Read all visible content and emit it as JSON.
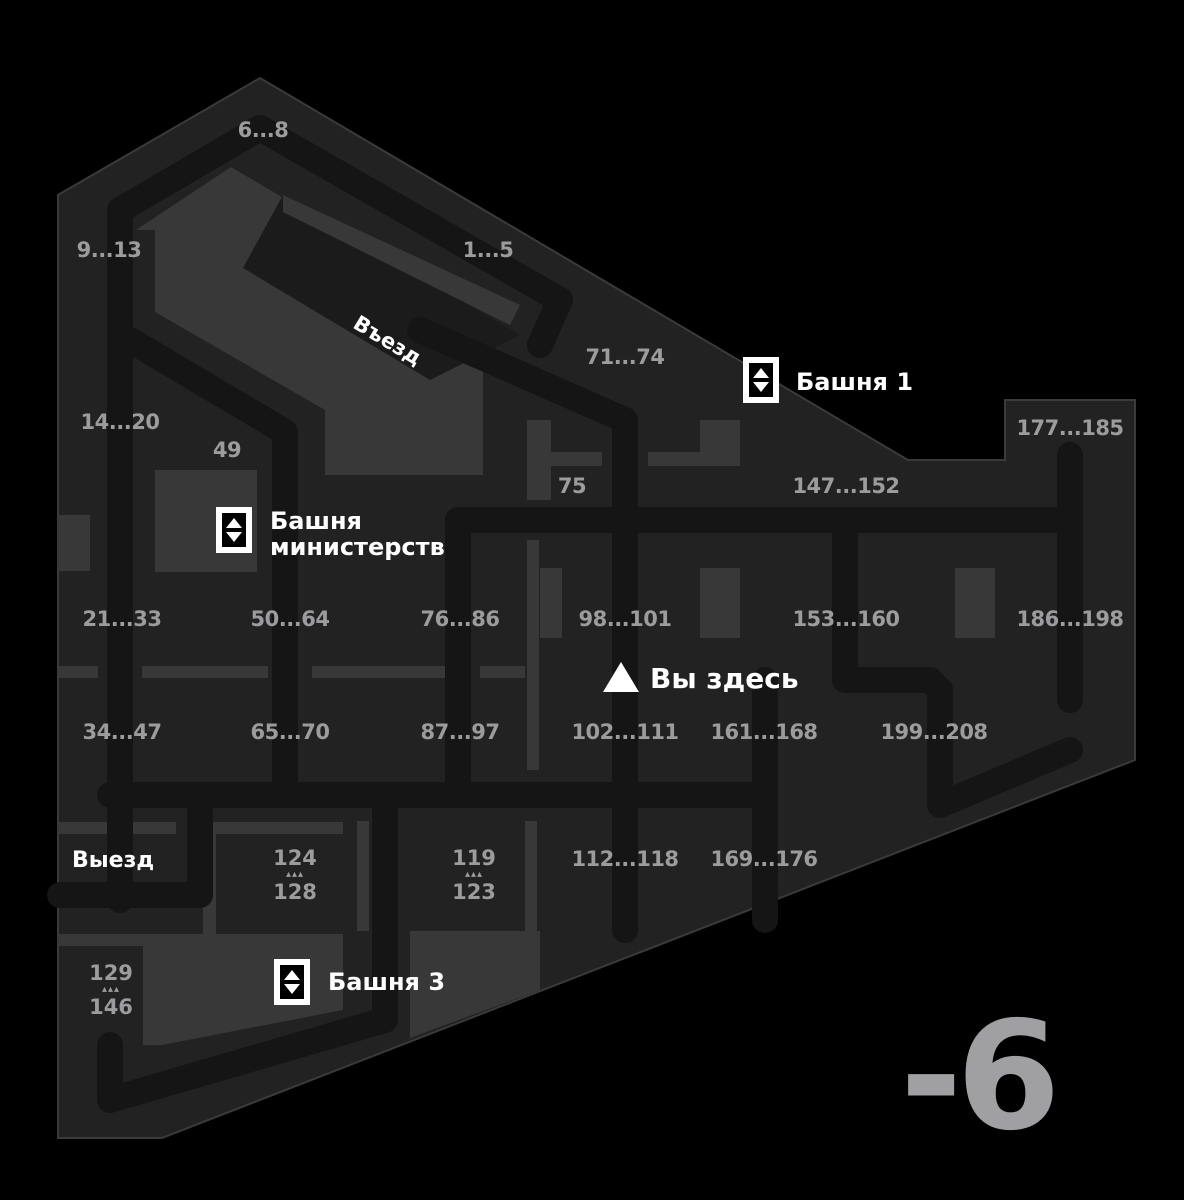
{
  "colors": {
    "background": "#000000",
    "floor": "#222222",
    "aisle": "#151515",
    "block": "#383838",
    "spot_label": "#9c9c9e",
    "highlight": "#ffffff"
  },
  "level": "-6",
  "labels": {
    "entry": "Въезд",
    "exit": "Выезд",
    "you_are_here": "Вы здесь"
  },
  "towers": [
    {
      "name": "Башня 1"
    },
    {
      "name_line1": "Башня",
      "name_line2": "министерств"
    },
    {
      "name": "Башня 3"
    }
  ],
  "spots": [
    "6...8",
    "9...13",
    "1...5",
    "71...74",
    "14...20",
    "49",
    "75",
    "147...152",
    "177...185",
    "21...33",
    "50...64",
    "76...86",
    "98...101",
    "153...160",
    "186...198",
    "34...47",
    "65...70",
    "87...97",
    "102...111",
    "161...168",
    "199...208",
    "112...118",
    "169...176"
  ],
  "stacked": [
    {
      "from": "124",
      "to": "128"
    },
    {
      "from": "119",
      "to": "123"
    },
    {
      "from": "129",
      "to": "146"
    }
  ],
  "dots": "▴▴▴"
}
